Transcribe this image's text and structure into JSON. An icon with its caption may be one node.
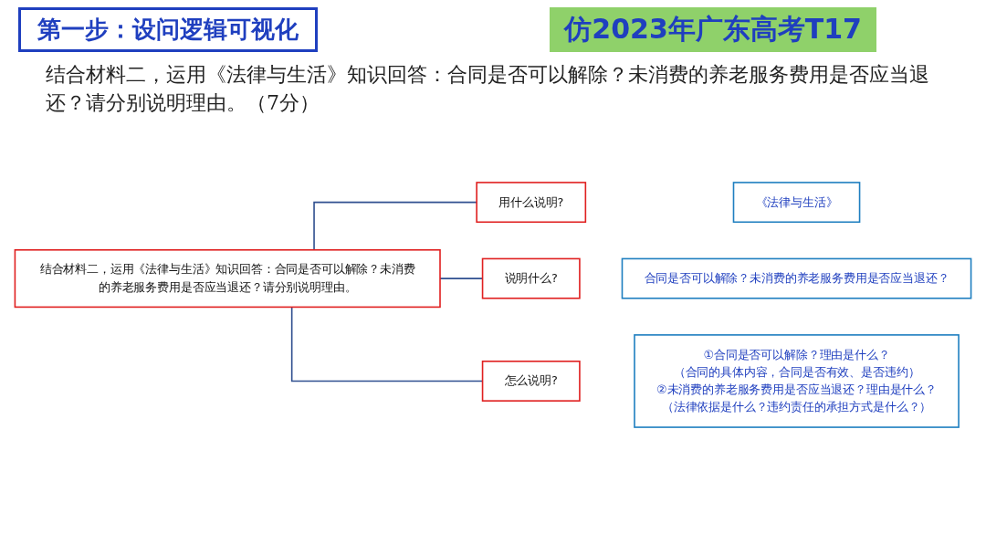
{
  "diagram": {
    "title": "第一步：设问逻辑可视化",
    "nodes": [
      {
        "text": [
          "结合材料二，运用《法律与生活》知识回答：合同是否可以解除？未消费的养老服务费用是否应当退还？请分别说明理由。"
        ]
      },
      {
        "text": [
          "用什么说明?"
        ]
      },
      {
        "text": [
          "说明什么?"
        ]
      },
      {
        "text": [
          "怎么说明?"
        ]
      },
      {
        "text": [
          "《法律与生活》"
        ]
      },
      {
        "text": [
          "合同是否可以解除？未消费的养老服务费用是否应当退还？"
        ]
      },
      {
        "text": [
          "①合同是否可以解除？理由是什么？",
          "（合同的具体内容，合同是否有效、是否违约）",
          "②未消费的养老服务费用是否应当退还？理由是什么？",
          "（法律依据是什么？违约责任的承担方式是什么？）"
        ]
      }
    ],
    "edges": [
      {
        "from": 0,
        "to": 1,
        "arrow": "none"
      },
      {
        "from": 0,
        "to": 2,
        "arrow": "none"
      },
      {
        "from": 0,
        "to": 3,
        "arrow": "none"
      }
    ],
    "labels": [
      "仿2023年广东高考T17",
      "结合材料二，运用《法律与生活》知识回答：合同是否可以解除？未消费的养老服务费用是否应当退还？请分别说明理由。（7分）"
    ]
  }
}
